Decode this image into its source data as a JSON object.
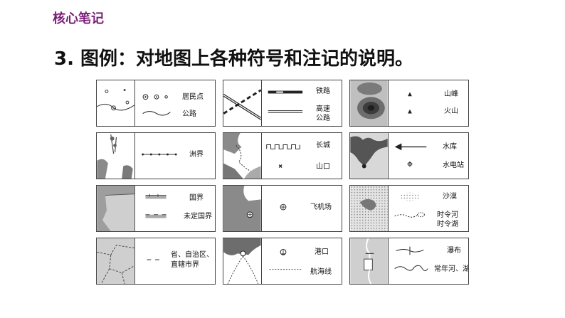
{
  "header": {
    "section_tag": "核心笔记",
    "heading": "3. 图例：对地图上各种符号和注记的说明。"
  },
  "legend": {
    "settlement": "居民点",
    "road": "公路",
    "railway": "铁路",
    "expressway_line1": "高速",
    "expressway_line2": "公路",
    "peak": "山峰",
    "volcano": "火山",
    "continent_boundary": "洲界",
    "great_wall": "长城",
    "mountain_pass": "山口",
    "reservoir": "水库",
    "hydropower": "水电站",
    "national_border": "国界",
    "undetermined_border": "未定国界",
    "airport": "飞机场",
    "desert": "沙漠",
    "seasonal_river": "时令河",
    "seasonal_lake": "时令湖",
    "provincial_line1": "省、自治区、",
    "provincial_line2": "直辖市界",
    "port": "港口",
    "sea_route": "航海线",
    "waterfall": "瀑布",
    "perennial": "常年河、湖"
  }
}
